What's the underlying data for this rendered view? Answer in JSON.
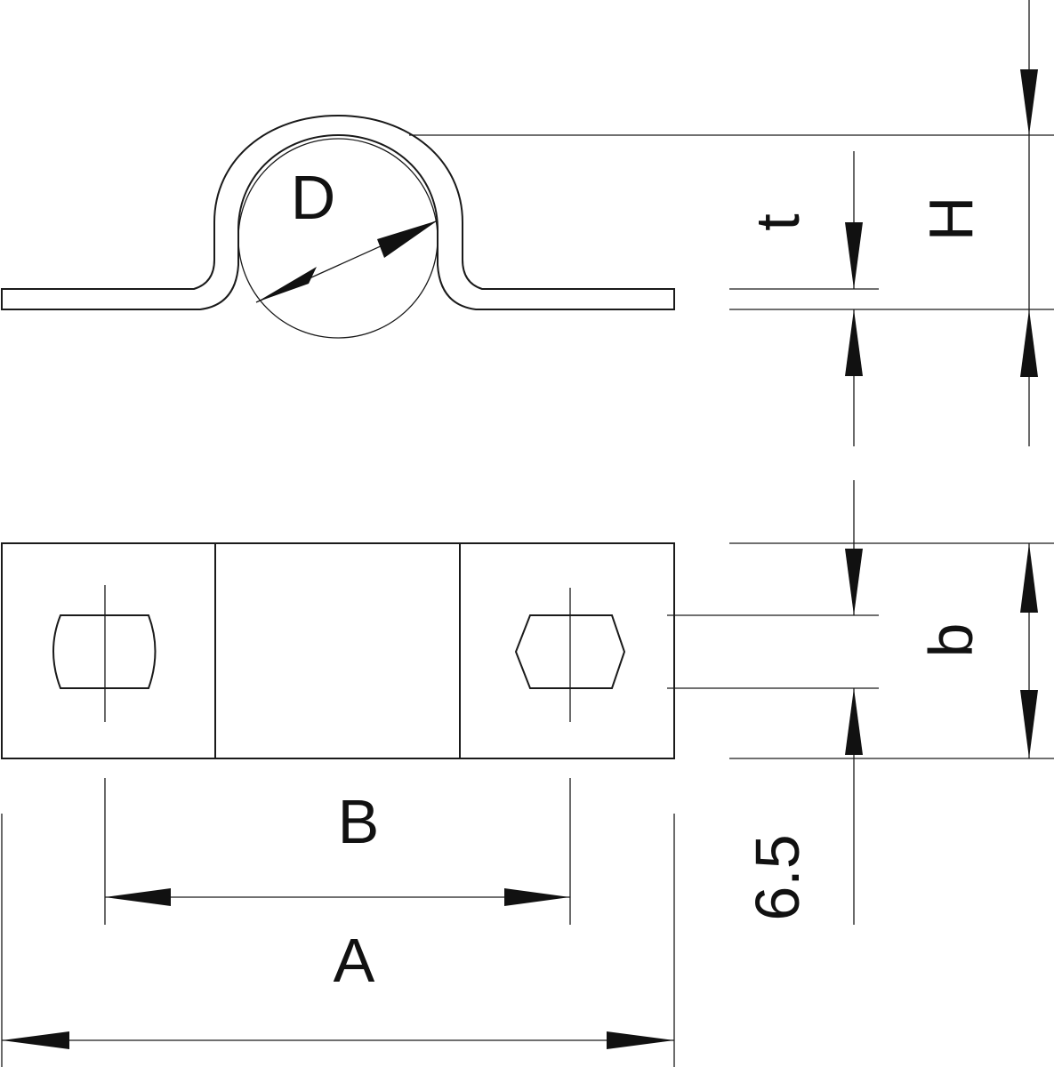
{
  "labels": {
    "diameter": "D",
    "thickness": "t",
    "height": "H",
    "width": "b",
    "hole_spacing": "B",
    "length": "A",
    "hole_size": "6.5"
  },
  "colors": {
    "line": "#1a1a1a",
    "background": "#ffffff"
  }
}
